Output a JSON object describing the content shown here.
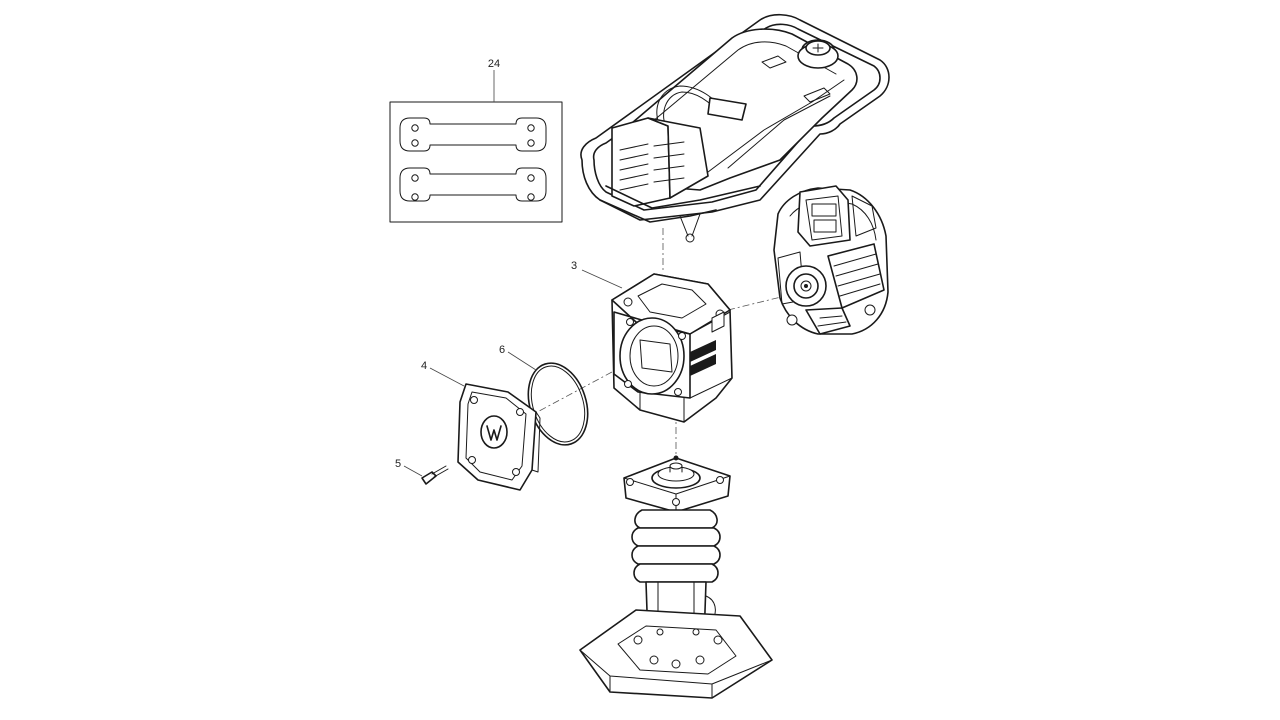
{
  "callouts": {
    "part_24": "24",
    "part_3": "3",
    "part_4": "4",
    "part_5": "5",
    "part_6": "6"
  },
  "colors": {
    "line": "#1a1a1a",
    "background": "#ffffff"
  }
}
